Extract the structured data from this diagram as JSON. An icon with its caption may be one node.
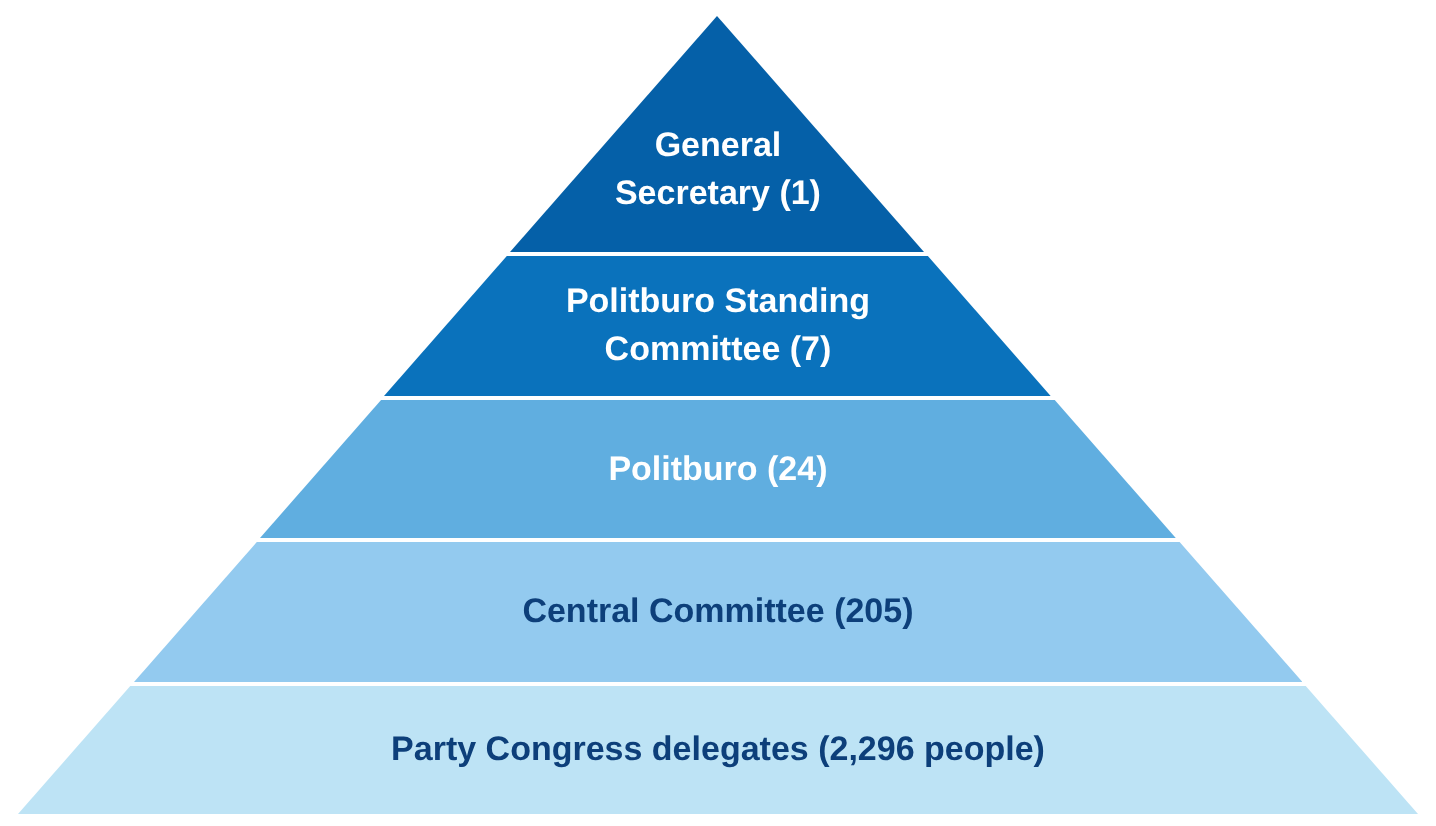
{
  "diagram": {
    "nodes": [
      {
        "text": [
          "General Secretary (1)"
        ]
      },
      {
        "text": [
          "Politburo Standing Committee (7)"
        ]
      },
      {
        "text": [
          "Politburo (24)"
        ]
      },
      {
        "text": [
          "Central Committee (205)"
        ]
      },
      {
        "text": [
          "Party Congress delegates (2,296 people)"
        ]
      }
    ]
  }
}
